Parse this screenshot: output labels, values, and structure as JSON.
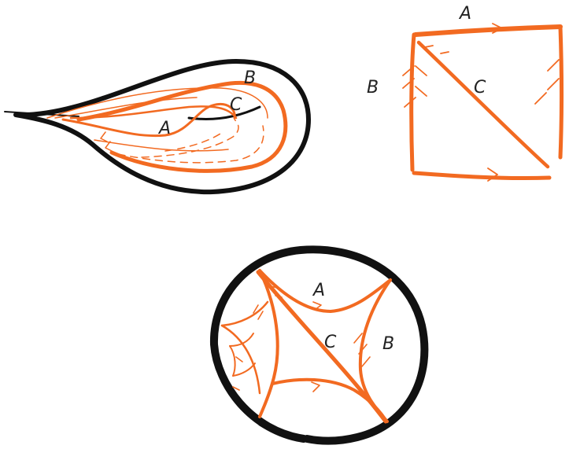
{
  "colors": {
    "ink": "#111111",
    "accent": "#f26a21",
    "background": "#ffffff"
  },
  "figures": {
    "teardrop": {
      "labels": {
        "a": "A",
        "b": "B",
        "c": "C"
      }
    },
    "square": {
      "labels": {
        "a": "A",
        "b": "B",
        "c": "C"
      }
    },
    "disk": {
      "labels": {
        "a": "A",
        "b": "B",
        "c": "C"
      }
    }
  }
}
